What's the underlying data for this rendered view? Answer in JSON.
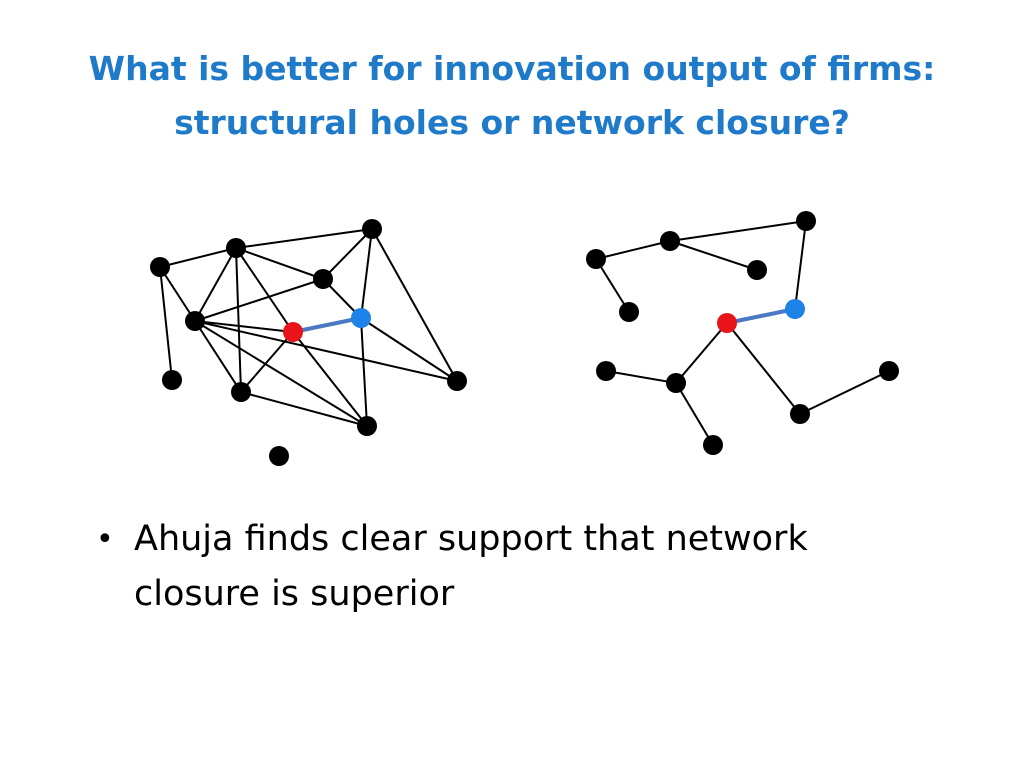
{
  "slide": {
    "title_lines": [
      "What is better for innovation output of firms:",
      "structural holes or network closure?"
    ],
    "bullets": [
      {
        "marker": "•",
        "lines": [
          "Ahuja finds clear support that network",
          "closure is superior"
        ]
      }
    ]
  },
  "colors": {
    "title": "#1f7ac9",
    "node_default": "#000000",
    "node_focal": "#e8141a",
    "node_alter": "#1d83e8",
    "tie_focal": "#4a78c2",
    "edge": "#000000"
  },
  "networks": [
    {
      "id": "closure",
      "nodes": [
        {
          "id": "A",
          "type": "default"
        },
        {
          "id": "B",
          "type": "default"
        },
        {
          "id": "C",
          "type": "default"
        },
        {
          "id": "D",
          "type": "default"
        },
        {
          "id": "E",
          "type": "default"
        },
        {
          "id": "F",
          "type": "focal"
        },
        {
          "id": "G",
          "type": "alter"
        },
        {
          "id": "H",
          "type": "default"
        },
        {
          "id": "I",
          "type": "default"
        },
        {
          "id": "J",
          "type": "default"
        },
        {
          "id": "K",
          "type": "default"
        },
        {
          "id": "L",
          "type": "default"
        }
      ],
      "edges": [
        [
          "A",
          "B"
        ],
        [
          "A",
          "E"
        ],
        [
          "A",
          "H"
        ],
        [
          "B",
          "C"
        ],
        [
          "B",
          "D"
        ],
        [
          "B",
          "E"
        ],
        [
          "B",
          "I"
        ],
        [
          "B",
          "F"
        ],
        [
          "C",
          "D"
        ],
        [
          "C",
          "G"
        ],
        [
          "C",
          "K"
        ],
        [
          "D",
          "E"
        ],
        [
          "D",
          "G"
        ],
        [
          "E",
          "F"
        ],
        [
          "E",
          "K"
        ],
        [
          "E",
          "L"
        ],
        [
          "F",
          "I"
        ],
        [
          "F",
          "L"
        ],
        [
          "F",
          "G"
        ],
        [
          "G",
          "L"
        ],
        [
          "G",
          "K"
        ],
        [
          "I",
          "L"
        ],
        [
          "I",
          "E"
        ]
      ],
      "focal_tie": [
        "F",
        "G"
      ]
    },
    {
      "id": "holes",
      "nodes": [
        {
          "id": "a",
          "type": "default"
        },
        {
          "id": "b",
          "type": "default"
        },
        {
          "id": "c",
          "type": "default"
        },
        {
          "id": "d",
          "type": "default"
        },
        {
          "id": "e",
          "type": "default"
        },
        {
          "id": "f",
          "type": "focal"
        },
        {
          "id": "g",
          "type": "alter"
        },
        {
          "id": "h",
          "type": "default"
        },
        {
          "id": "i",
          "type": "default"
        },
        {
          "id": "j",
          "type": "default"
        },
        {
          "id": "k",
          "type": "default"
        },
        {
          "id": "l",
          "type": "default"
        }
      ],
      "edges": [
        [
          "a",
          "e"
        ],
        [
          "a",
          "b"
        ],
        [
          "b",
          "c"
        ],
        [
          "b",
          "d"
        ],
        [
          "c",
          "g"
        ],
        [
          "f",
          "i"
        ],
        [
          "f",
          "j"
        ],
        [
          "h",
          "i"
        ],
        [
          "i",
          "k"
        ],
        [
          "j",
          "l"
        ],
        [
          "f",
          "g"
        ]
      ],
      "focal_tie": [
        "f",
        "g"
      ]
    }
  ]
}
